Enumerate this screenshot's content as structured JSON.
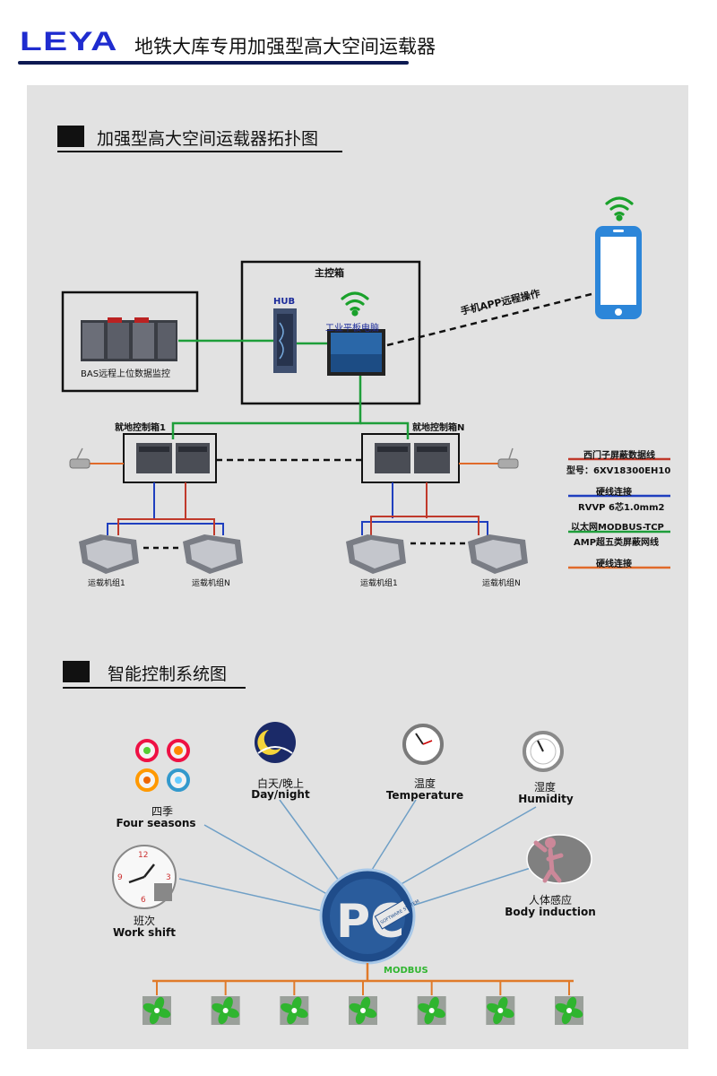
{
  "header": {
    "brand": "LEYA",
    "title": "地铁大库专用加强型高大空间运载器"
  },
  "topology": {
    "section_title": "加强型高大空间运载器拓扑图",
    "main_box_label": "主控箱",
    "hub_label": "HUB",
    "tablet_label": "工业平板电脑",
    "bas_label": "BAS远程上位数据监控",
    "app_label": "手机APP远程操作",
    "local_box_1": "就地控制箱1",
    "local_box_n": "就地控制箱N",
    "units": [
      "运载机组1",
      "运载机组N",
      "运载机组1",
      "运载机组N"
    ]
  },
  "legend": {
    "items": [
      {
        "line1": "西门子屏蔽数据线",
        "line2": "型号：6XV18300EH10",
        "color": "#c0392b"
      },
      {
        "line1": "硬线连接",
        "line2": "RVVP 6芯1.0mm2",
        "color": "#1f3fbf"
      },
      {
        "line1": "以太网MODBUS-TCP",
        "line2": "AMP超五类屏蔽网线",
        "color": "#1e9e3a"
      },
      {
        "line1": "硬线连接",
        "line2": "",
        "color": "#e06a2a"
      }
    ]
  },
  "control": {
    "section_title": "智能控制系统图",
    "inputs": {
      "four_seasons": {
        "cn": "四季",
        "en": "Four seasons"
      },
      "day_night": {
        "cn": "白天/晚上",
        "en": "Day/night"
      },
      "temperature": {
        "cn": "温度",
        "en": "Temperature"
      },
      "humidity": {
        "cn": "湿度",
        "en": "Humidity"
      },
      "work_shift": {
        "cn": "班次",
        "en": "Work shift"
      },
      "body_induction": {
        "cn": "人体感应",
        "en": "Body induction"
      }
    },
    "pc_logo": "PC",
    "pc_badge": "SOFTWARE SYSTEM",
    "bus_label": "MODBUS",
    "fan_count": 7,
    "colors": {
      "line": "#6f9fc6",
      "bus": "#e07a2a",
      "fan": "#2fb52f"
    }
  }
}
